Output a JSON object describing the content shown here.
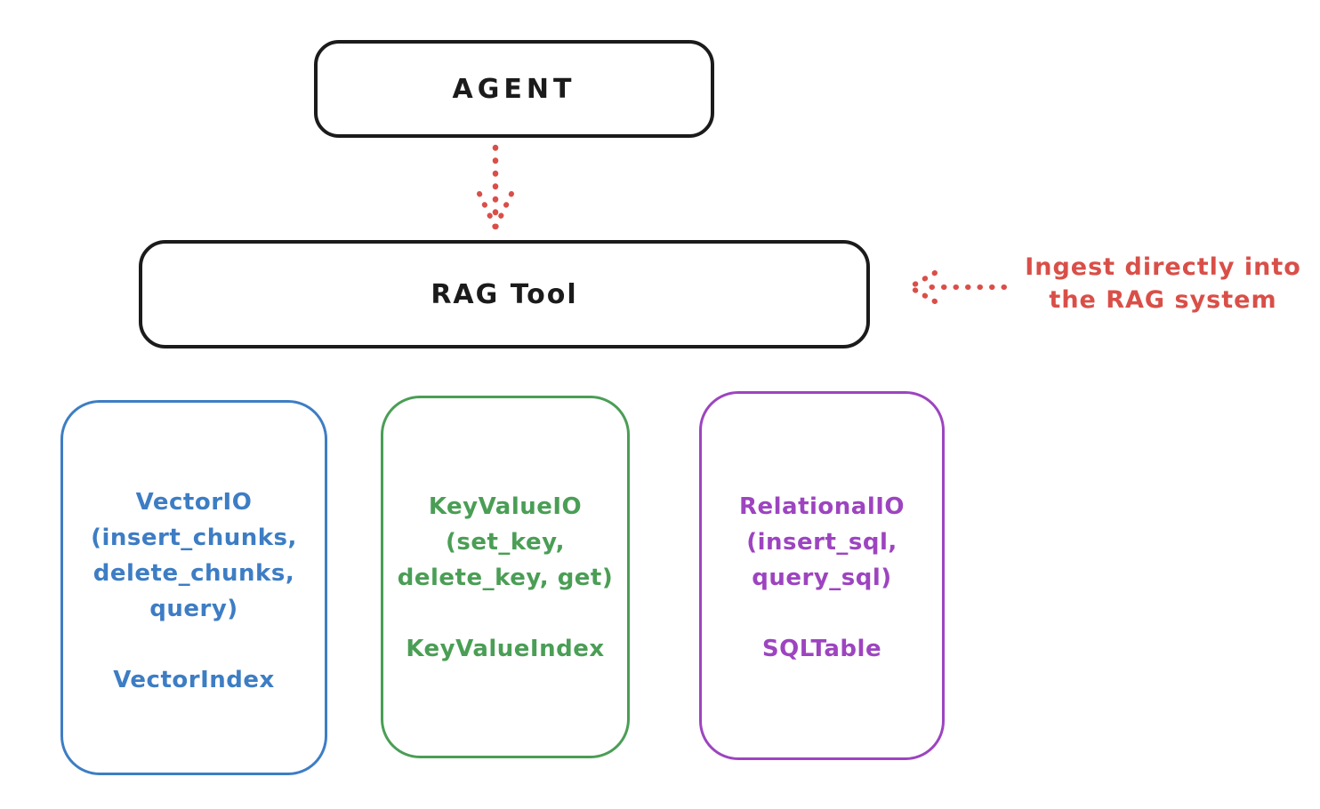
{
  "diagram": {
    "agent_box": {
      "label": "AGENT"
    },
    "rag_tool_box": {
      "label": "RAG Tool"
    },
    "annotation": {
      "line1": "Ingest directly into",
      "line2": "the RAG system"
    },
    "arrows": [
      {
        "name": "agent-to-rag",
        "style": "dotted",
        "direction": "down",
        "color": "#d94f48"
      },
      {
        "name": "annotation-to-rag",
        "style": "dotted",
        "direction": "left",
        "color": "#d94f48"
      }
    ],
    "io_boxes": [
      {
        "name": "vector-io",
        "color": "#3d7dc4",
        "lines": [
          "VectorIO",
          "(insert_chunks,",
          "delete_chunks,",
          "query)"
        ],
        "index_label": "VectorIndex"
      },
      {
        "name": "keyvalue-io",
        "color": "#4a9e55",
        "lines": [
          "KeyValueIO",
          "(set_key,",
          "delete_key, get)"
        ],
        "index_label": "KeyValueIndex"
      },
      {
        "name": "relational-io",
        "color": "#9d44c0",
        "lines": [
          "RelationalIO",
          "(insert_sql,",
          "query_sql)"
        ],
        "index_label": "SQLTable"
      }
    ],
    "colors": {
      "stroke_black": "#1b1b1b",
      "red": "#d94f48",
      "blue": "#3d7dc4",
      "green": "#4a9e55",
      "purple": "#9d44c0",
      "background": "#ffffff"
    }
  }
}
